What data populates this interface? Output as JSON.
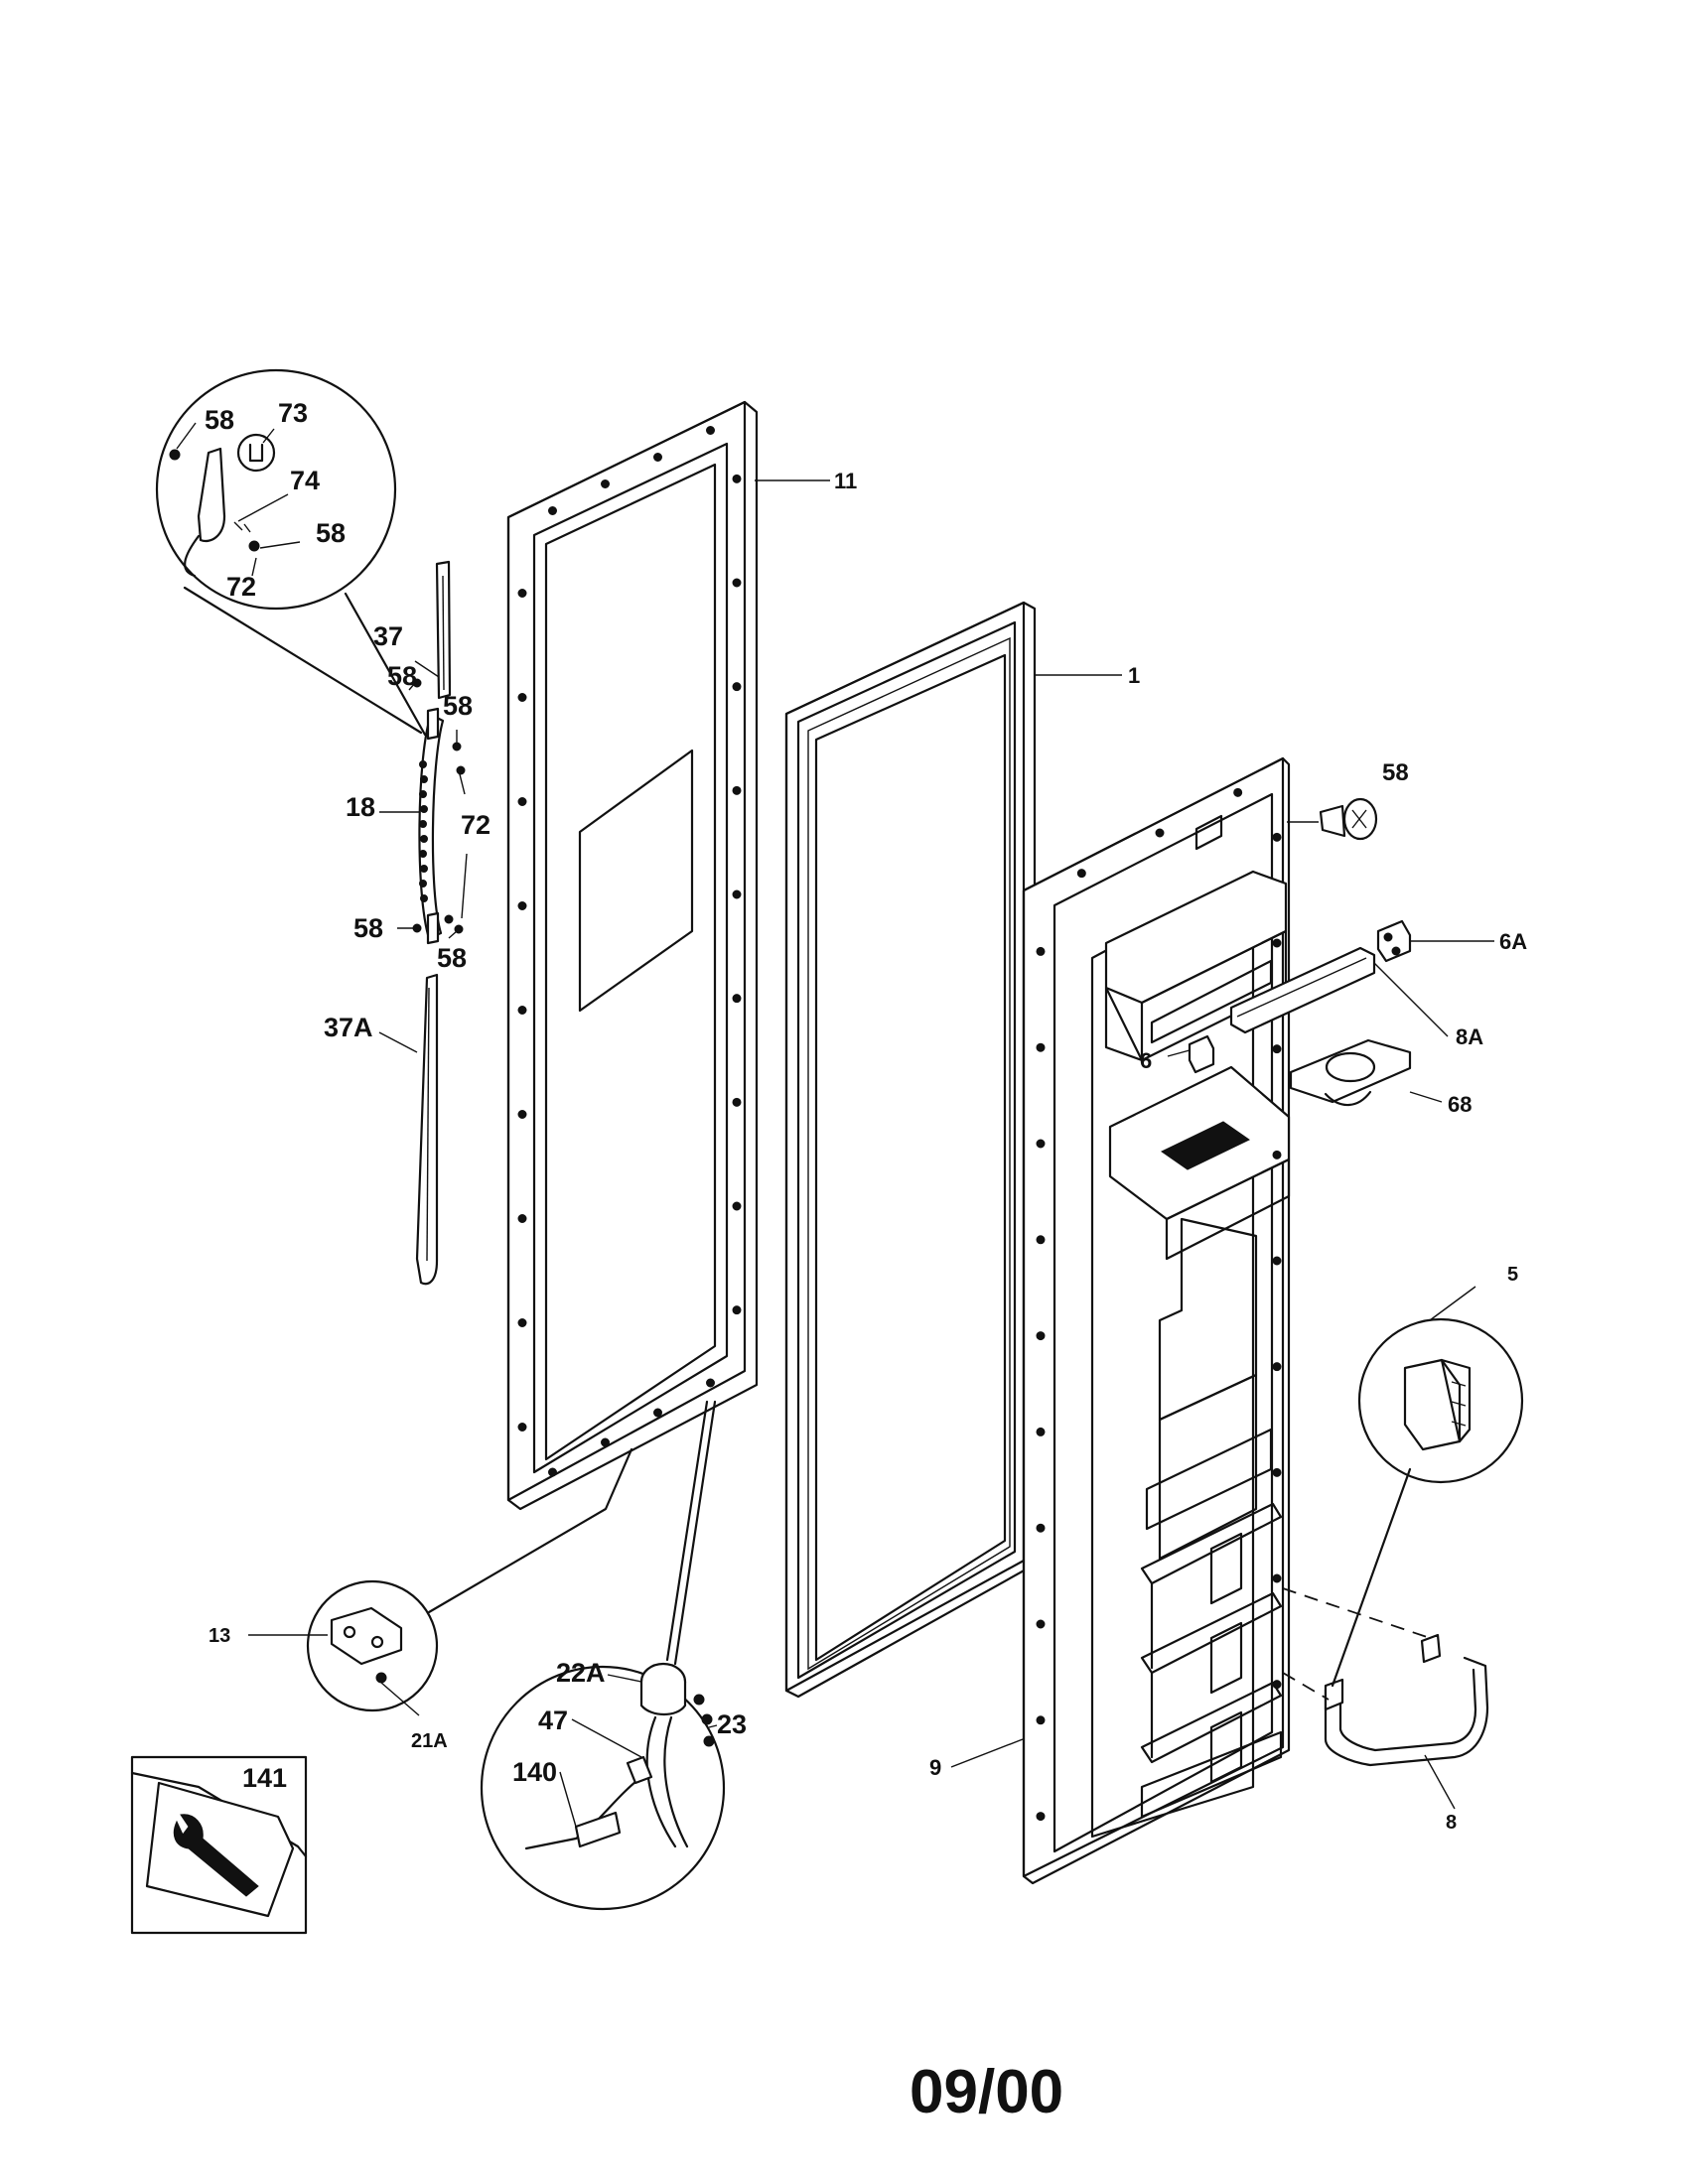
{
  "diagram": {
    "footer_code": "09/00",
    "part_labels": {
      "p58a": "58",
      "p73": "73",
      "p74": "74",
      "p58b": "58",
      "p72a": "72",
      "p37": "37",
      "p58c": "58",
      "p58d": "58",
      "p18": "18",
      "p72b": "72",
      "p58e": "58",
      "p58f": "58",
      "p37a": "37A",
      "p11": "11",
      "p1": "1",
      "p58g": "58",
      "p6a": "6A",
      "p8a": "8A",
      "p6": "6",
      "p68": "68",
      "p5": "5",
      "p13": "13",
      "p21a": "21A",
      "p22a": "22A",
      "p23": "23",
      "p47": "47",
      "p140": "140",
      "p141": "141",
      "p9": "9",
      "p8": "8"
    }
  }
}
